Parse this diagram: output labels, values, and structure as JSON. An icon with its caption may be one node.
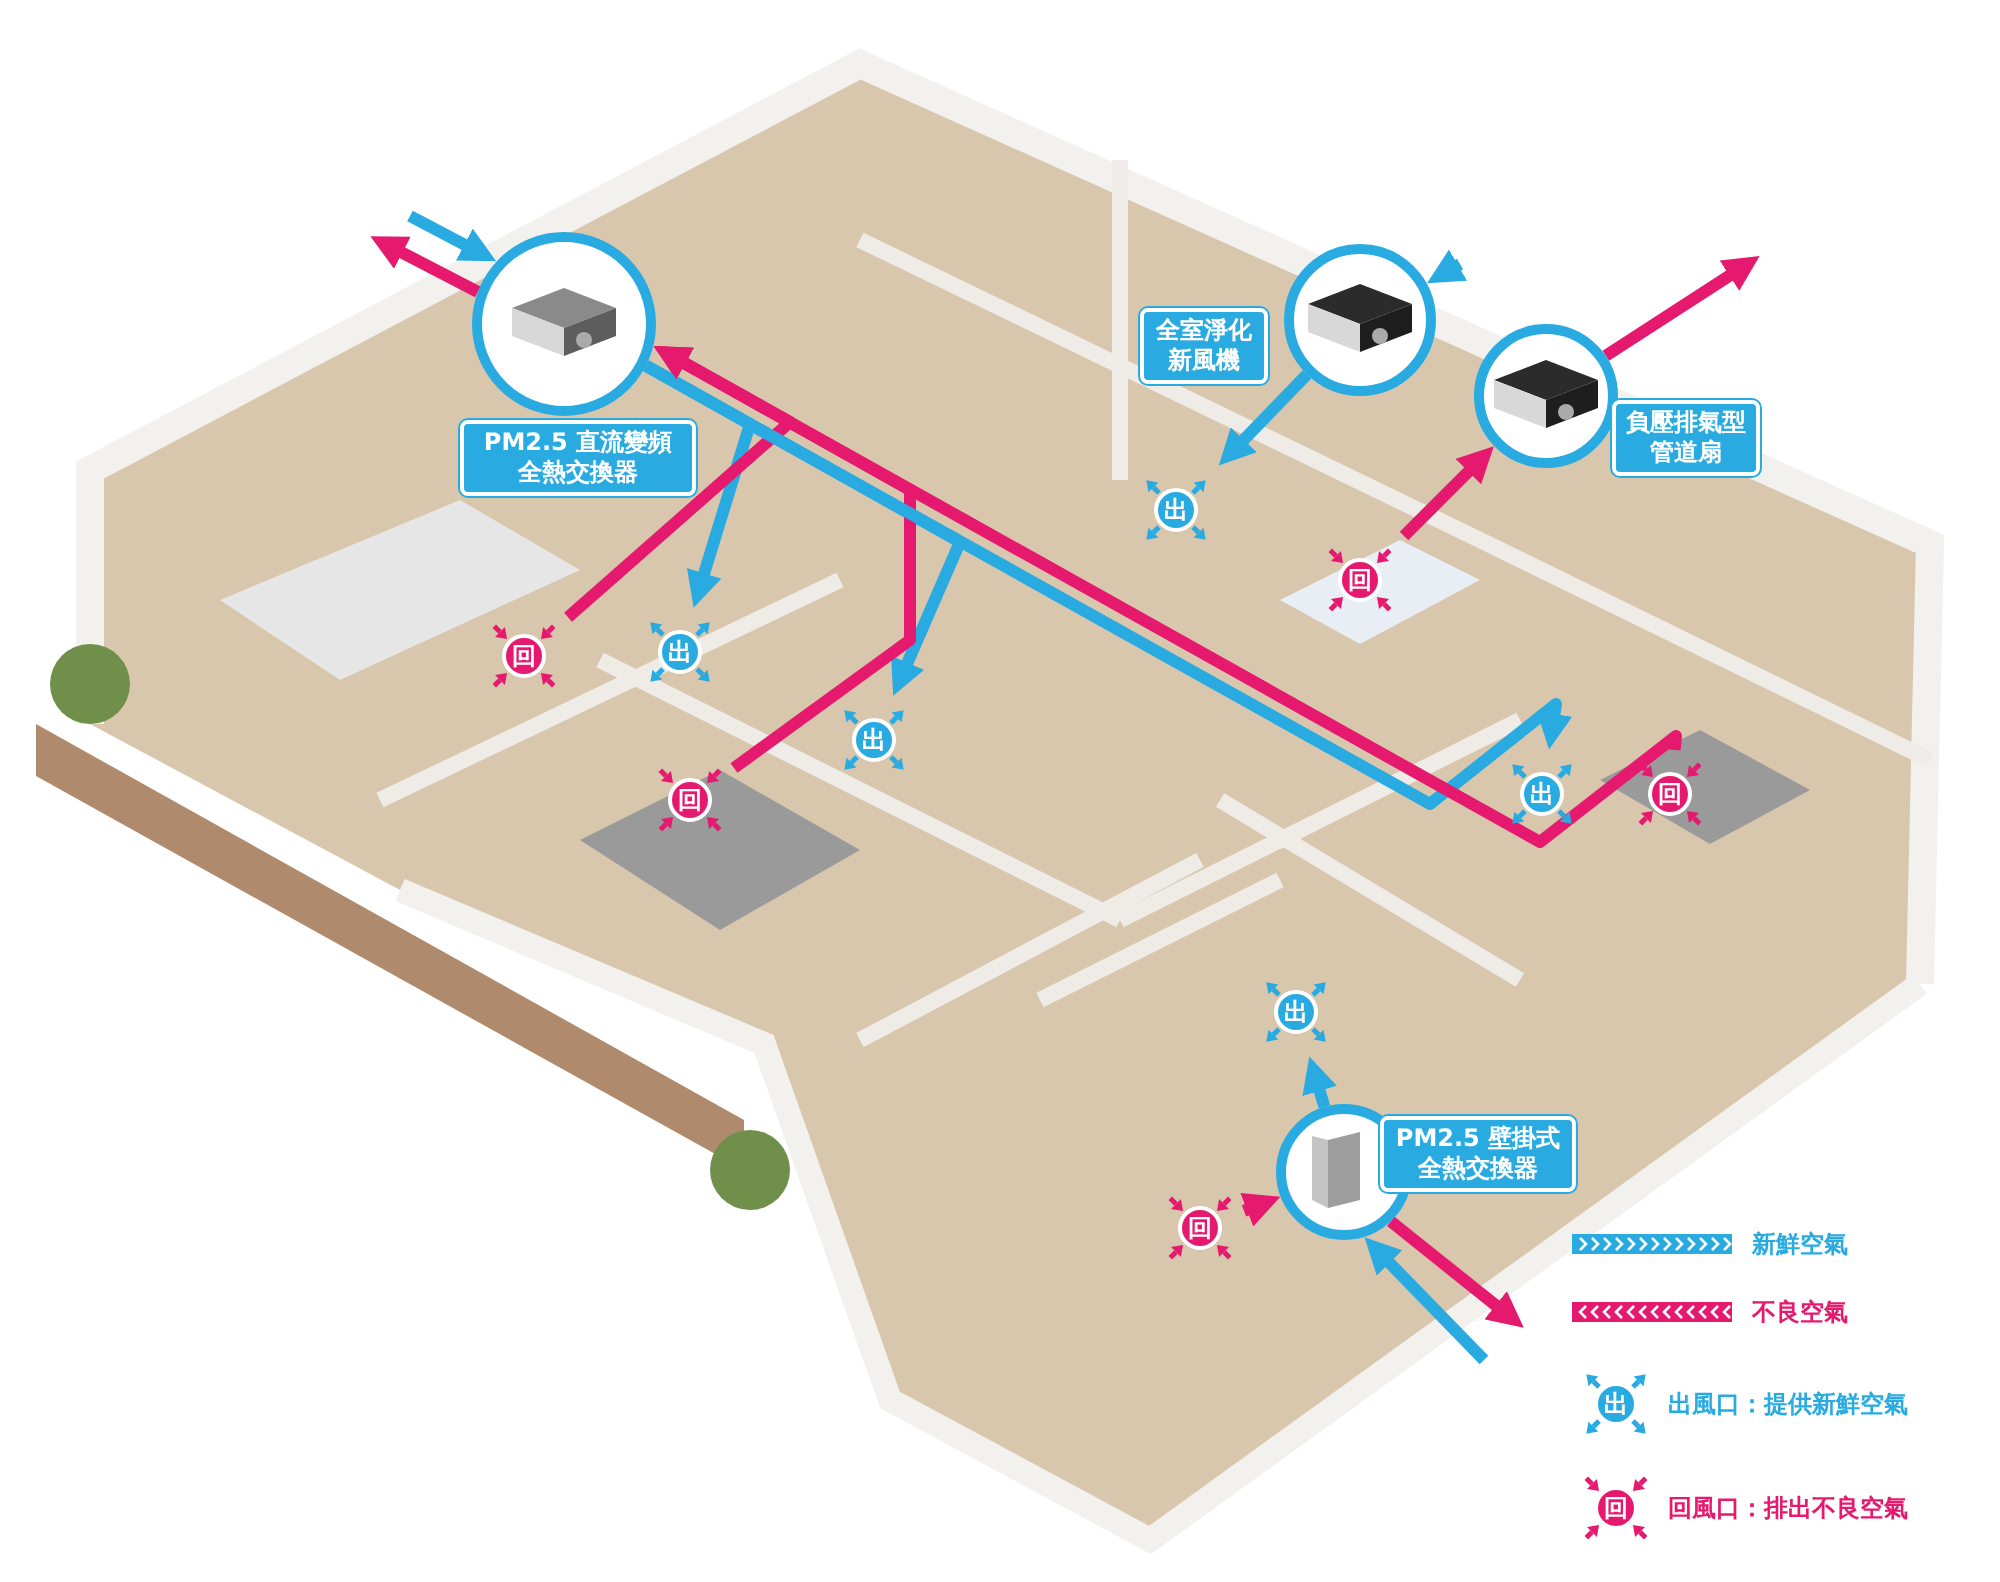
{
  "diagram": {
    "nodes": [
      {
        "text": [
          "PM2.5 直流變頻全熱交換器"
        ]
      },
      {
        "text": [
          "全室淨化新風機"
        ]
      },
      {
        "text": [
          "負壓排氣型管道扇"
        ]
      },
      {
        "text": [
          "PM2.5 壁掛式全熱交換器"
        ]
      },
      {
        "text": [
          "出"
        ]
      },
      {
        "text": [
          "回"
        ]
      },
      {
        "text": [
          "回"
        ]
      },
      {
        "text": [
          "出"
        ]
      },
      {
        "text": [
          "出"
        ]
      },
      {
        "text": [
          "回"
        ]
      },
      {
        "text": [
          "出"
        ]
      },
      {
        "text": [
          "回"
        ]
      },
      {
        "text": [
          "出"
        ]
      },
      {
        "text": [
          "回"
        ]
      }
    ],
    "edges": [
      {
        "from": null,
        "to": 0,
        "arrow": "to",
        "color": "#29abe2"
      },
      {
        "from": 0,
        "to": null,
        "arrow": "to",
        "color": "#e5196e"
      },
      {
        "from": 0,
        "to": 7,
        "arrow": "to",
        "color": "#29abe2"
      },
      {
        "from": 6,
        "to": 0,
        "arrow": "to",
        "color": "#e5196e"
      },
      {
        "from": 0,
        "to": 8,
        "arrow": "to",
        "color": "#29abe2"
      },
      {
        "from": 9,
        "to": 0,
        "arrow": "to",
        "color": "#e5196e"
      },
      {
        "from": 0,
        "to": 10,
        "arrow": "to",
        "color": "#29abe2"
      },
      {
        "from": 11,
        "to": 0,
        "arrow": "to",
        "color": "#e5196e"
      },
      {
        "from": null,
        "to": 1,
        "arrow": "to",
        "color": "#29abe2"
      },
      {
        "from": 1,
        "to": 4,
        "arrow": "to",
        "color": "#29abe2"
      },
      {
        "from": 5,
        "to": 2,
        "arrow": "to",
        "color": "#e5196e"
      },
      {
        "from": 2,
        "to": null,
        "arrow": "to",
        "color": "#e5196e"
      },
      {
        "from": 3,
        "to": 12,
        "arrow": "to",
        "color": "#29abe2"
      },
      {
        "from": 13,
        "to": 3,
        "arrow": "to",
        "color": "#e5196e"
      },
      {
        "from": 3,
        "to": null,
        "arrow": "to",
        "color": "#e5196e"
      },
      {
        "from": null,
        "to": 3,
        "arrow": "to",
        "color": "#29abe2"
      }
    ],
    "labels": [
      "出",
      "回"
    ],
    "legend": [
      {
        "text": "新鮮空氣"
      },
      {
        "text": "不良空氣"
      },
      {
        "text": "出風口：提供新鮮空氣"
      },
      {
        "text": "回風口：排出不良空氣"
      }
    ]
  }
}
